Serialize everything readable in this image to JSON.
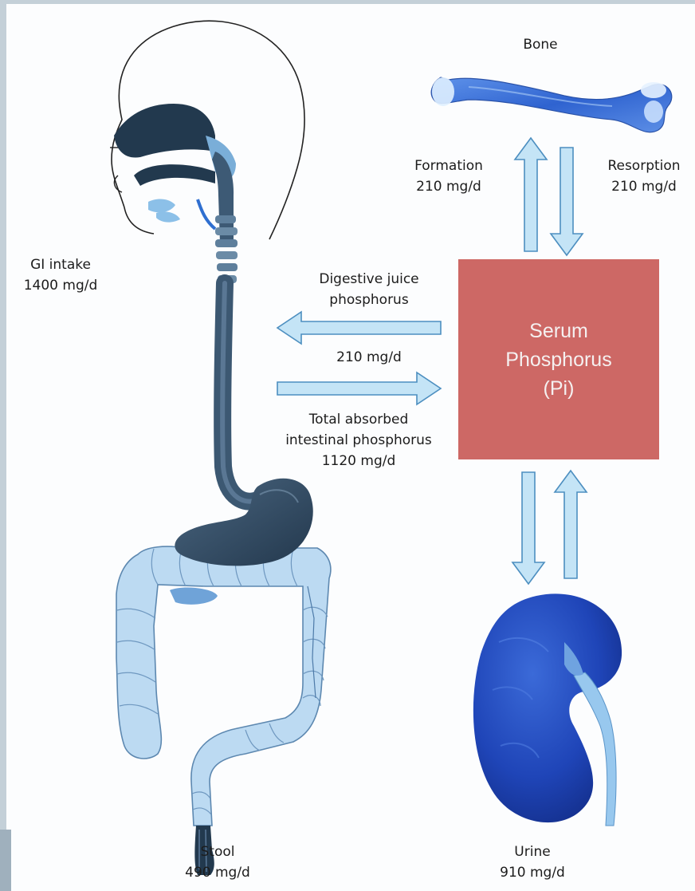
{
  "serum": {
    "line1": "Serum",
    "line2": "Phosphorus",
    "line3": "(Pi)"
  },
  "bone": {
    "label": "Bone"
  },
  "formation": {
    "label": "Formation",
    "value": "210 mg/d"
  },
  "resorption": {
    "label": "Resorption",
    "value": "210 mg/d"
  },
  "gi_intake": {
    "label": "GI intake",
    "value": "1400 mg/d"
  },
  "digestive_juice": {
    "line1": "Digestive juice",
    "line2": "phosphorus",
    "value": "210 mg/d"
  },
  "absorbed": {
    "line1": "Total absorbed",
    "line2": "intestinal phosphorus",
    "value": "1120 mg/d"
  },
  "stool": {
    "label": "Stool",
    "value": "490 mg/d"
  },
  "urine": {
    "label": "Urine",
    "value": "910 mg/d"
  },
  "colors": {
    "serum_box": "#cd6865",
    "arrow_fill": "#c4e4f6",
    "arrow_stroke": "#4d8fc0",
    "gut_light": "#bcdaf2",
    "organ_dark": "#2e4a66",
    "kidney_blue": "#2048b8",
    "bone_blue": "#3f78dc"
  }
}
